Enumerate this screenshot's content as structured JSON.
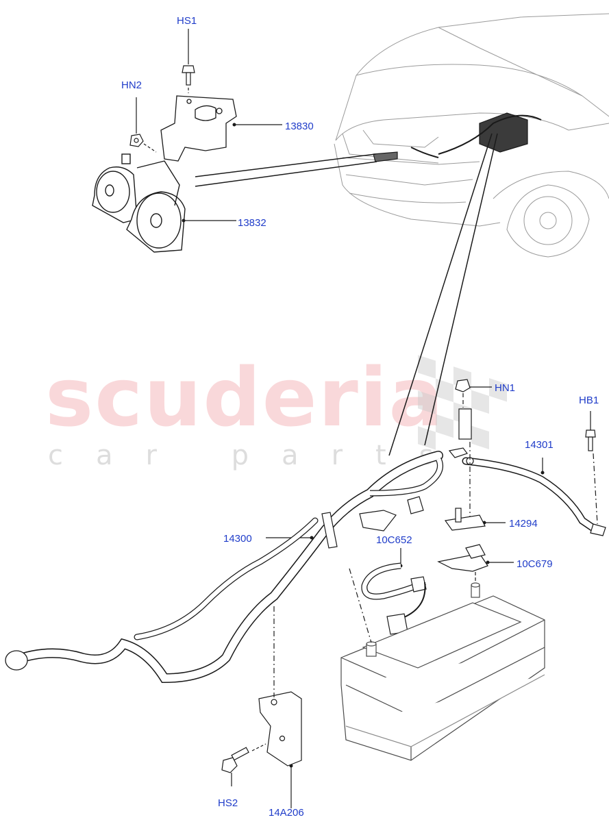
{
  "colors": {
    "callout": "#1f3cc9",
    "line": "#1a1a1a",
    "watermark": "#e8545c",
    "watermark_check": "#c9c9c9"
  },
  "watermark": {
    "main": "scuderia",
    "sub": "car parts"
  },
  "callouts": {
    "hs1": "HS1",
    "hn2": "HN2",
    "p13830": "13830",
    "p13832": "13832",
    "hn1": "HN1",
    "hb1": "HB1",
    "p14301": "14301",
    "p14294": "14294",
    "p14300": "14300",
    "p10c652": "10C652",
    "p10c679": "10C679",
    "hs2": "HS2",
    "p14a206": "14A206"
  }
}
